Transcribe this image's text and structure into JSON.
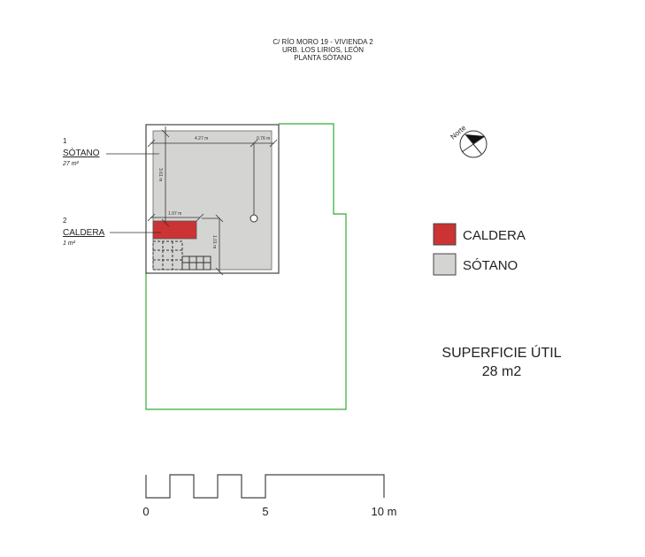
{
  "title": {
    "lines": [
      "C/ RÍO MORO 19 - VIVIENDA 2",
      "URB. LOS LIRIOS, LEÓN",
      "PLANTA SÓTANO"
    ]
  },
  "rooms": [
    {
      "number": "1",
      "name": "SÓTANO",
      "area": "27 m²"
    },
    {
      "number": "2",
      "name": "CALDERA",
      "area": "1 m²"
    }
  ],
  "dimensions": {
    "top_width": "4.27 m",
    "top_right": "0.76 m",
    "left_height": "3.61 m",
    "caldera_width": "1.97 m",
    "lower_height": "1.01 m"
  },
  "north": {
    "label": "Norte"
  },
  "legend": [
    {
      "label": "CALDERA",
      "color": "#cc3333"
    },
    {
      "label": "SÓTANO",
      "color": "#d4d5d2"
    }
  ],
  "summary": {
    "label": "SUPERFICIE ÚTIL",
    "value": "28 m2"
  },
  "scale_bar": {
    "ticks": [
      "0",
      "5",
      "10 m"
    ]
  },
  "colors": {
    "lot_outline": "#33aa33",
    "wall": "#444444"
  }
}
